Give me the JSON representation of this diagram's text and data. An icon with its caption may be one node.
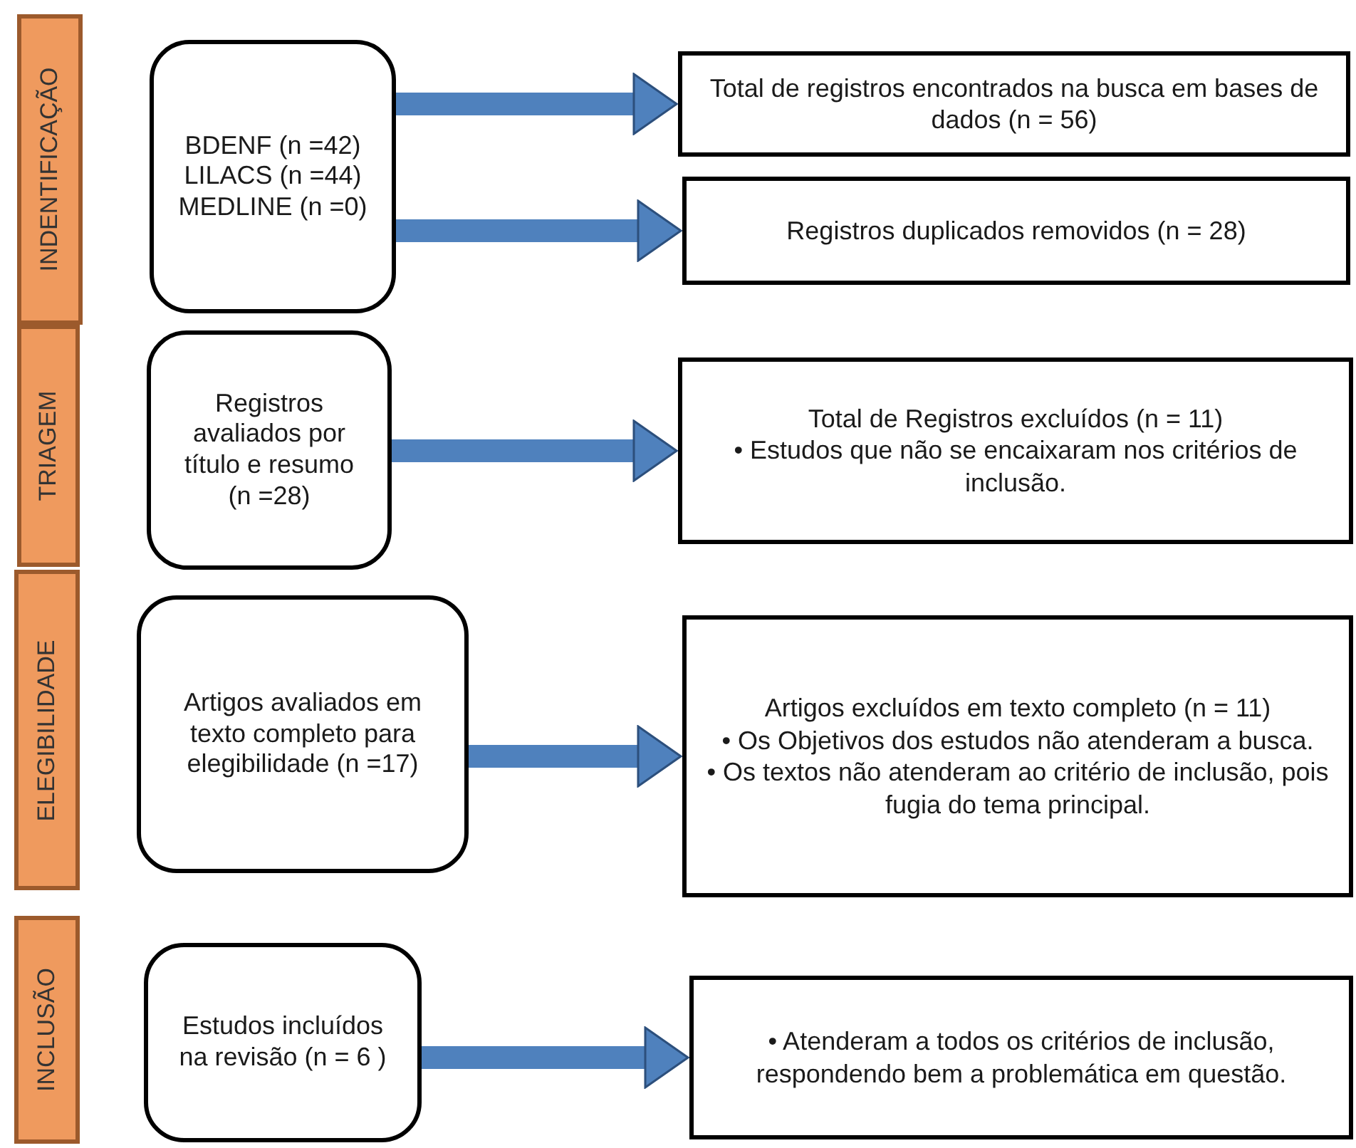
{
  "diagram": {
    "nodes": [
      {
        "text": [
          "INDENTIFICAÇÃO"
        ]
      },
      {
        "text": [
          "BDENF (n =42)",
          "LILACS (n =44)",
          "MEDLINE (n =0)"
        ]
      },
      {
        "text": [
          "Total de registros encontrados na busca em bases de dados (n = 56)"
        ]
      },
      {
        "text": [
          "Registros duplicados removidos (n = 28)"
        ]
      },
      {
        "text": [
          "TRIAGEM"
        ]
      },
      {
        "text": [
          "Registros avaliados por título e resumo (n =28)"
        ]
      },
      {
        "text": [
          "Total de Registros excluídos (n = 11)",
          "• Estudos que não se encaixaram nos critérios de inclusão."
        ]
      },
      {
        "text": [
          "ELEGIBILIDADE"
        ]
      },
      {
        "text": [
          "Artigos avaliados em texto completo para elegibilidade (n =17)"
        ]
      },
      {
        "text": [
          "Artigos excluídos em texto completo (n = 11)",
          "• Os Objetivos dos estudos não atenderam a busca.",
          "• Os textos não atenderam ao critério de inclusão, pois fugia do tema principal."
        ]
      },
      {
        "text": [
          "INCLUSÃO"
        ]
      },
      {
        "text": [
          "Estudos incluídos na revisão (n = 6 )"
        ]
      },
      {
        "text": [
          "• Atenderam a todos os critérios de inclusão, respondendo bem a problemática em questão."
        ]
      }
    ],
    "edges": [
      {
        "from": 1,
        "to": 2,
        "arrow": "to"
      },
      {
        "from": 1,
        "to": 3,
        "arrow": "to"
      },
      {
        "from": 5,
        "to": 6,
        "arrow": "to"
      },
      {
        "from": 8,
        "to": 9,
        "arrow": "to"
      },
      {
        "from": 11,
        "to": 12,
        "arrow": "to"
      }
    ]
  }
}
